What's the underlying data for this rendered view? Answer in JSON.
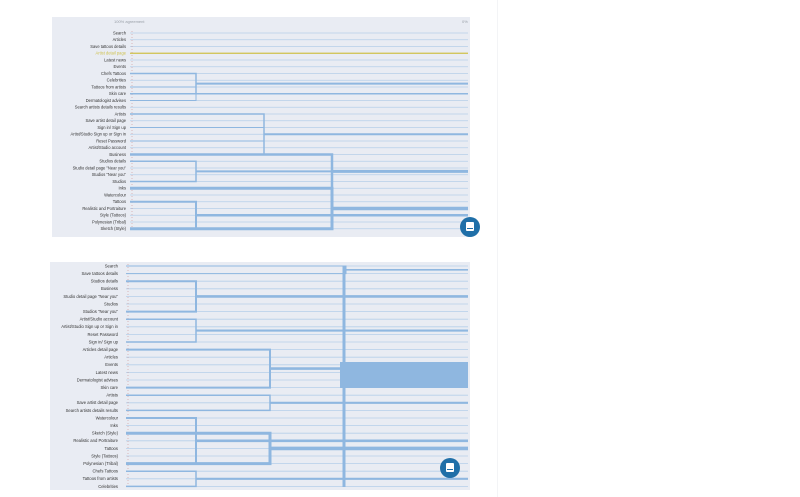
{
  "colors": {
    "panel_bg": "#e9ecf3",
    "link": "#8fb7e0",
    "link_light": "#b6cfe9",
    "highlight": "#cfc14a",
    "accent": "#1f6fa8",
    "label": "#333333"
  },
  "top_chart": {
    "axis_left_label": "100% agreement",
    "axis_right_label": "0%",
    "highlighted_item": "Artist detail page",
    "items": [
      "Search",
      "Articles",
      "Save tattoos details",
      "Artist detail page",
      "Latest news",
      "Events",
      "Chefs Tattoos",
      "Celebrities",
      "Tattoos from artists",
      "Skin care",
      "Dermatologist advises",
      "Search artists details results",
      "Artists",
      "Save artist detail page",
      "Sign in/ Sign up",
      "Artist/Studio Sign up or Sign in",
      "Reset Password",
      "Artist/Studio account",
      "Business",
      "Studios details",
      "Studio detail page \"Near you\"",
      "Studios \"Near you\"",
      "Studios",
      "Inks",
      "Watercolour",
      "Tattoos",
      "Realistic and Portraiture",
      "Style (Tattoos)",
      "Polynesian (Tribal)",
      "Sketch (Style)"
    ]
  },
  "bottom_chart": {
    "items": [
      "Search",
      "Save tattoos details",
      "Studios details",
      "Business",
      "Studio detail page \"Near you\"",
      "Studios",
      "Studios \"Near you\"",
      "Artist/Studio account",
      "Artist/Studio Sign up or Sign in",
      "Reset Password",
      "Sign in/ Sign up",
      "Articles detail page",
      "Articles",
      "Events",
      "Latest news",
      "Dermatologist advises",
      "Skin care",
      "Artists",
      "Save artist detail page",
      "Search artists details results",
      "Watercolour",
      "Inks",
      "Sketch (Style)",
      "Realistic and Portraiture",
      "Tattoos",
      "Style (Tattoos)",
      "Polynesian (Tribal)",
      "Chefs Tattoos",
      "Tattoos from artists",
      "Celebrities"
    ]
  }
}
